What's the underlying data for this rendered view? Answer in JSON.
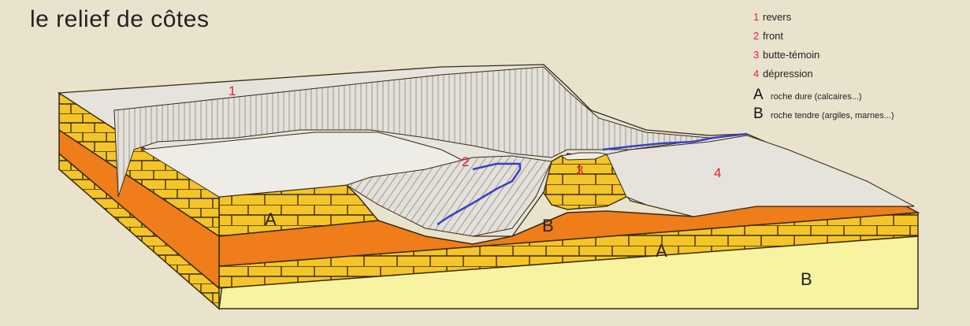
{
  "title": "le relief de côtes",
  "legend": {
    "items": [
      {
        "key": "1",
        "text": "revers"
      },
      {
        "key": "2",
        "text": "front"
      },
      {
        "key": "3",
        "text": "butte-témoin"
      },
      {
        "key": "4",
        "text": "dépression"
      }
    ],
    "rocks": [
      {
        "key": "A",
        "text": "roche dure (calcaires...)"
      },
      {
        "key": "B",
        "text": "roche tendre (argiles, marnes...)"
      }
    ]
  },
  "labels": {
    "n1": "1",
    "n2": "2",
    "n3": "3",
    "n4": "4",
    "a_upper": "A",
    "b_middle": "B",
    "a_lower": "A",
    "b_bottom": "B"
  },
  "colors": {
    "background": "#e9e2cd",
    "hard_rock": "#f4c528",
    "soft_rock": "#ee7d1a",
    "bottom_layer": "#f7f3a0",
    "surface": "#e5e3dc",
    "river": "#3b3fc4",
    "number_red": "#e0203a"
  }
}
